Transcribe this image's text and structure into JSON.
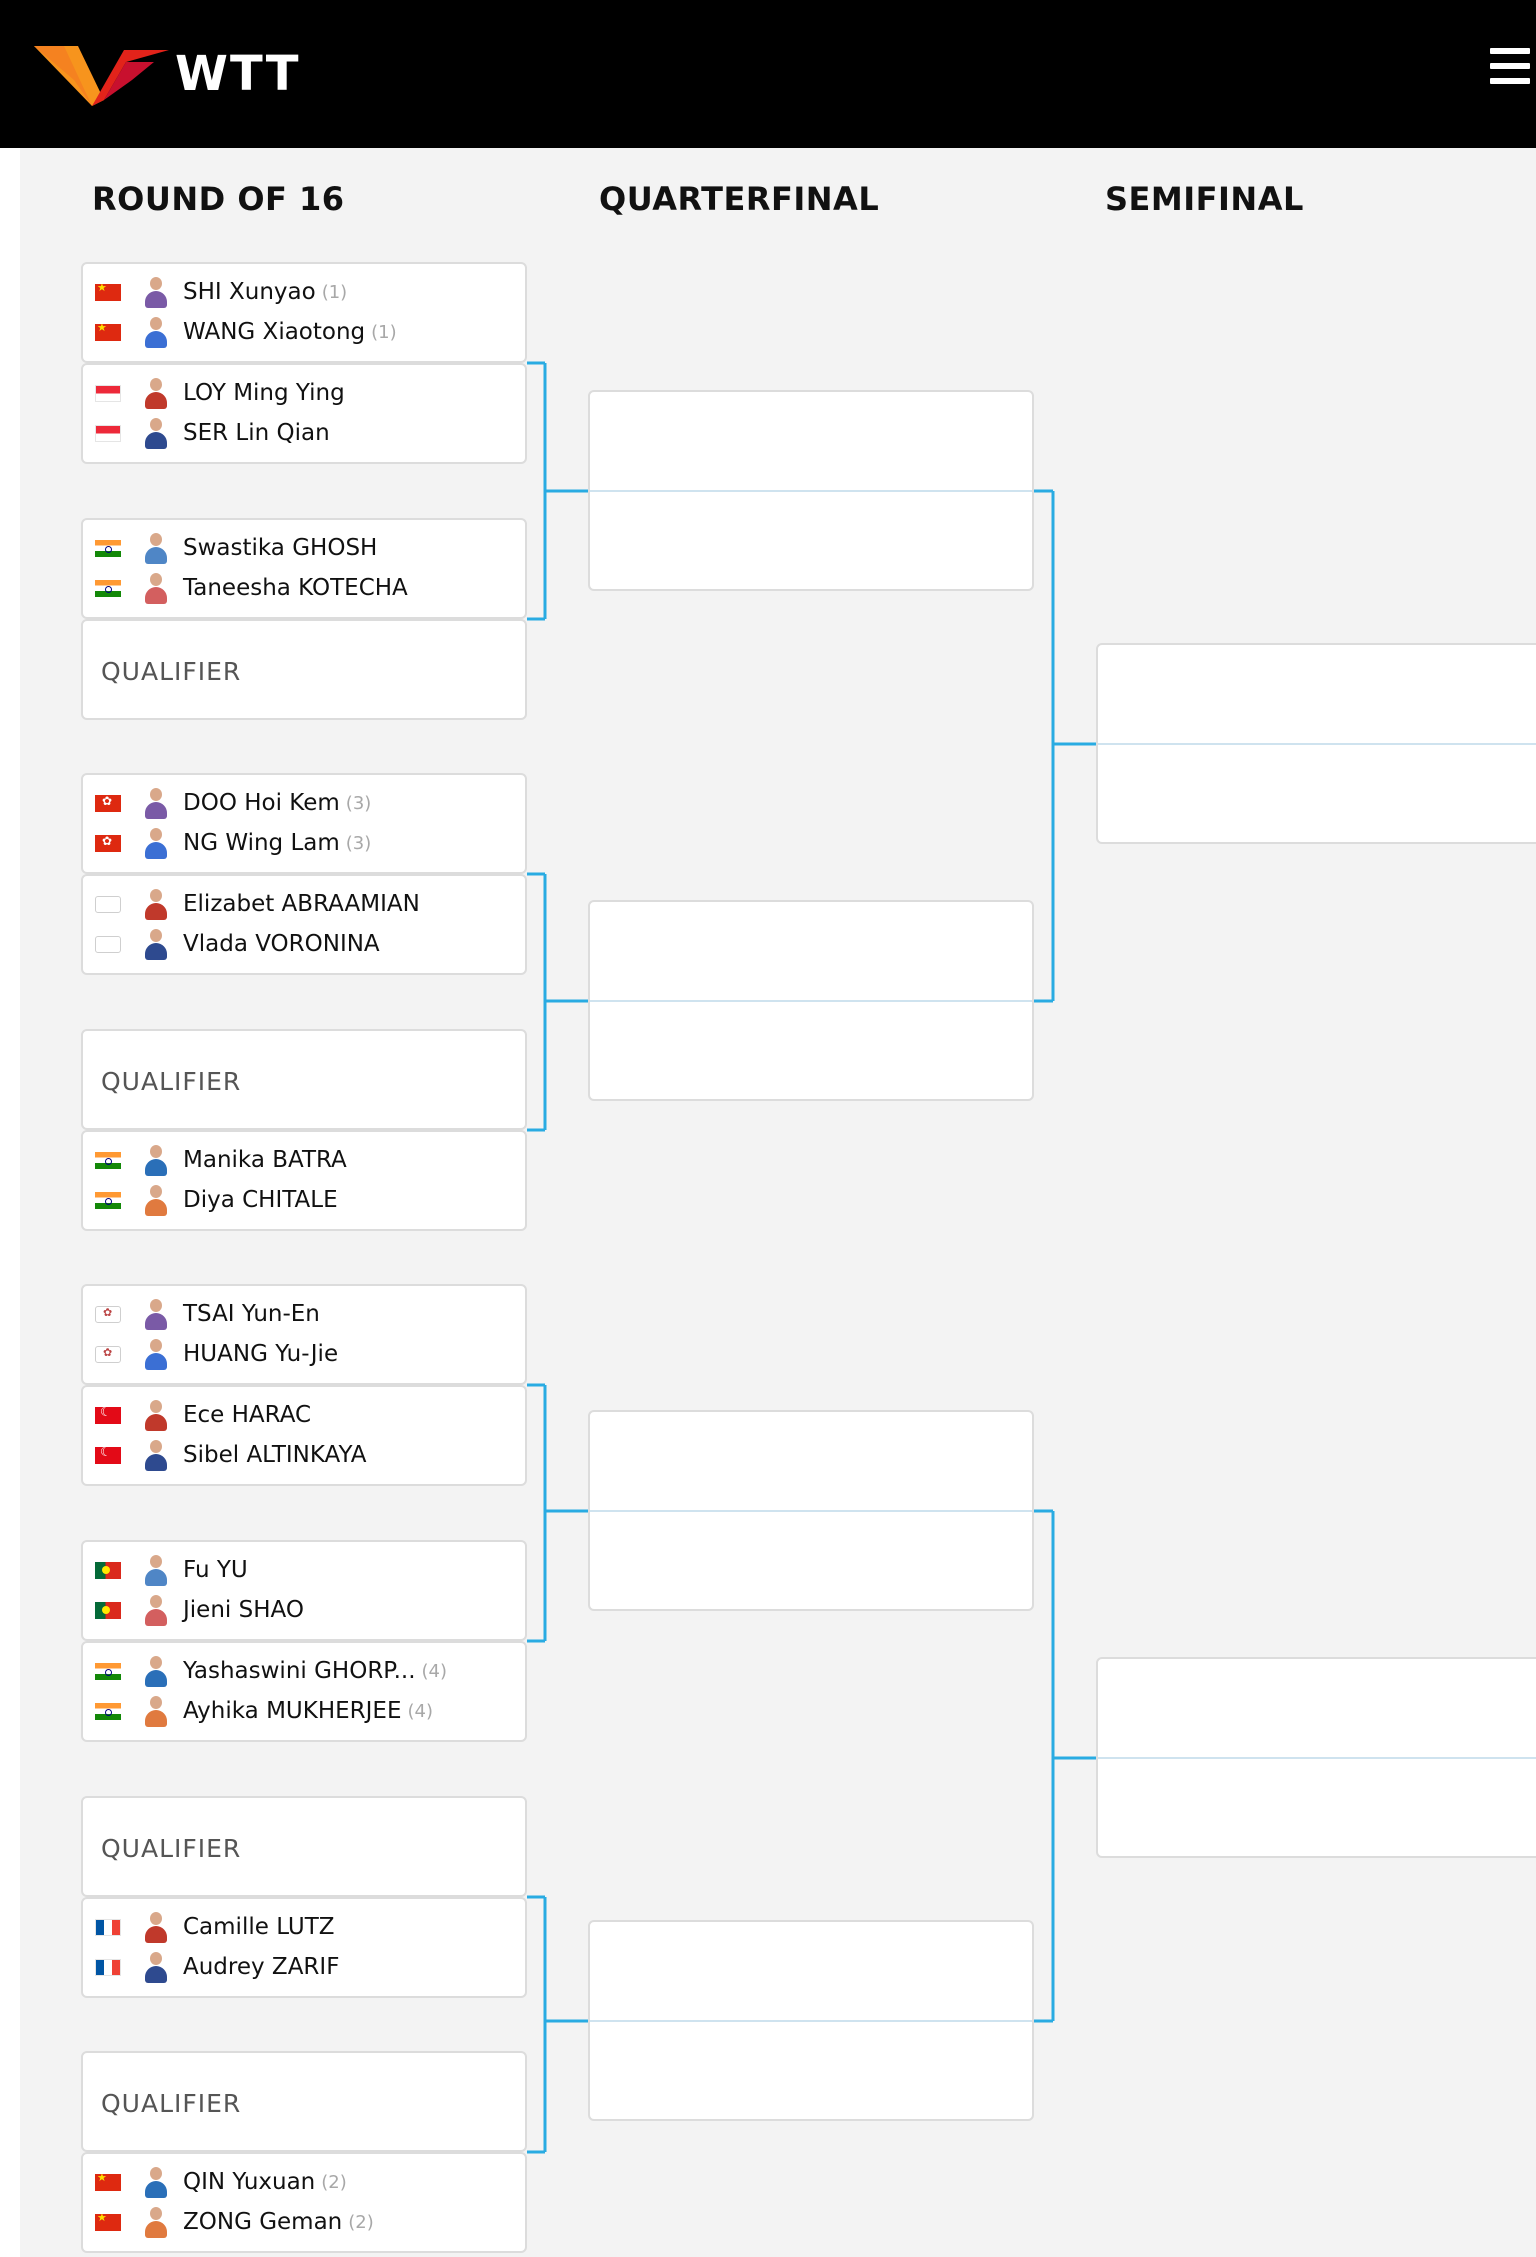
{
  "brand": {
    "name": "WTT",
    "logo_colors": {
      "left": "#f7941d",
      "right": "#e2231a"
    }
  },
  "header": {
    "menu_icon": "hamburger-menu-icon"
  },
  "colors": {
    "connector": "#29abe2",
    "stage_bg": "#f3f3f3",
    "card_border": "#dcdcdc",
    "seed_text": "#a8a8a8"
  },
  "columns": {
    "round_of_16": "ROUND OF 16",
    "quarterfinal": "QUARTERFINAL",
    "semifinal": "SEMIFINAL"
  },
  "round_of_16": [
    {
      "players": [
        {
          "flag": "cn",
          "name": "SHI Xunyao",
          "seed": "(1)"
        },
        {
          "flag": "cn",
          "name": "WANG Xiaotong",
          "seed": "(1)"
        }
      ]
    },
    {
      "players": [
        {
          "flag": "sg",
          "name": "LOY Ming Ying",
          "seed": ""
        },
        {
          "flag": "sg",
          "name": "SER Lin Qian",
          "seed": ""
        }
      ]
    },
    {
      "players": [
        {
          "flag": "in",
          "name": "Swastika GHOSH",
          "seed": ""
        },
        {
          "flag": "in",
          "name": "Taneesha KOTECHA",
          "seed": ""
        }
      ]
    },
    {
      "qualifier": "QUALIFIER"
    },
    {
      "players": [
        {
          "flag": "hk",
          "name": "DOO Hoi Kem",
          "seed": "(3)"
        },
        {
          "flag": "hk",
          "name": "NG Wing Lam",
          "seed": "(3)"
        }
      ]
    },
    {
      "players": [
        {
          "flag": "empty",
          "name": "Elizabet ABRAAMIAN",
          "seed": ""
        },
        {
          "flag": "empty",
          "name": "Vlada VORONINA",
          "seed": ""
        }
      ]
    },
    {
      "qualifier": "QUALIFIER"
    },
    {
      "players": [
        {
          "flag": "in",
          "name": "Manika BATRA",
          "seed": ""
        },
        {
          "flag": "in",
          "name": "Diya CHITALE",
          "seed": ""
        }
      ]
    },
    {
      "players": [
        {
          "flag": "tw",
          "name": "TSAI Yun-En",
          "seed": ""
        },
        {
          "flag": "tw",
          "name": "HUANG Yu-Jie",
          "seed": ""
        }
      ]
    },
    {
      "players": [
        {
          "flag": "tr",
          "name": "Ece HARAC",
          "seed": ""
        },
        {
          "flag": "tr",
          "name": "Sibel ALTINKAYA",
          "seed": ""
        }
      ]
    },
    {
      "players": [
        {
          "flag": "pt",
          "name": "Fu YU",
          "seed": ""
        },
        {
          "flag": "pt",
          "name": "Jieni SHAO",
          "seed": ""
        }
      ]
    },
    {
      "players": [
        {
          "flag": "in",
          "name": "Yashaswini GHORP...",
          "seed": "(4)"
        },
        {
          "flag": "in",
          "name": "Ayhika MUKHERJEE",
          "seed": "(4)"
        }
      ]
    },
    {
      "qualifier": "QUALIFIER"
    },
    {
      "players": [
        {
          "flag": "fr",
          "name": "Camille LUTZ",
          "seed": ""
        },
        {
          "flag": "fr",
          "name": "Audrey ZARIF",
          "seed": ""
        }
      ]
    },
    {
      "qualifier": "QUALIFIER"
    },
    {
      "players": [
        {
          "flag": "cn",
          "name": "QIN Yuxuan",
          "seed": "(2)"
        },
        {
          "flag": "cn",
          "name": "ZONG Geman",
          "seed": "(2)"
        }
      ]
    }
  ]
}
